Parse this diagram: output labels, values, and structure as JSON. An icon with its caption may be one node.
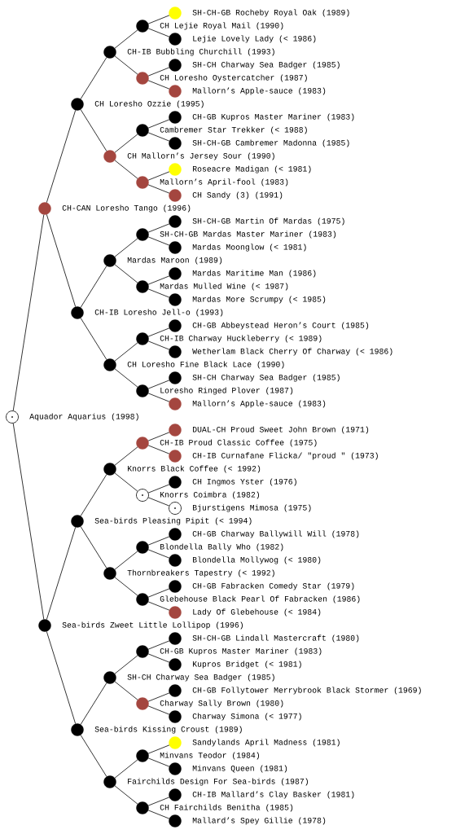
{
  "diagram": {
    "nodes": [
      {
        "text": [
          "SH-CH-GB Rocheby Royal Oak (1989)"
        ]
      },
      {
        "text": [
          "CH Lejie Royal Mail (1990)"
        ]
      },
      {
        "text": [
          "Lejie Lovely Lady (< 1986)"
        ]
      },
      {
        "text": [
          "CH-IB Bubbling Churchill (1993)"
        ]
      },
      {
        "text": [
          "SH-CH Charway Sea Badger (1985)"
        ]
      },
      {
        "text": [
          "CH Loresho Oystercatcher (1987)"
        ]
      },
      {
        "text": [
          "Mallorn’s Apple-sauce (1983)"
        ]
      },
      {
        "text": [
          "CH Loresho Ozzie (1995)"
        ]
      },
      {
        "text": [
          "CH-GB Kupros Master Mariner (1983)"
        ]
      },
      {
        "text": [
          "Cambremer Star Trekker (< 1988)"
        ]
      },
      {
        "text": [
          "SH-CH-GB Cambremer Madonna (1985)"
        ]
      },
      {
        "text": [
          "CH Mallorn’s Jersey Sour (1990)"
        ]
      },
      {
        "text": [
          "Roseacre Madigan (< 1981)"
        ]
      },
      {
        "text": [
          "Mallorn’s April-fool (1983)"
        ]
      },
      {
        "text": [
          "CH Sandy (3) (1991)"
        ]
      },
      {
        "text": [
          "CH-CAN Loresho Tango (1996)"
        ]
      },
      {
        "text": [
          "SH-CH-GB Martin Of Mardas (1975)"
        ]
      },
      {
        "text": [
          "SH-CH-GB Mardas Master Mariner (1983)"
        ]
      },
      {
        "text": [
          "Mardas Moonglow (< 1981)"
        ]
      },
      {
        "text": [
          "Mardas Maroon (1989)"
        ]
      },
      {
        "text": [
          "Mardas Maritime Man (1986)"
        ]
      },
      {
        "text": [
          "Mardas Mulled Wine (< 1987)"
        ]
      },
      {
        "text": [
          "Mardas More Scrumpy (< 1985)"
        ]
      },
      {
        "text": [
          "CH-IB Loresho Jell-o (1993)"
        ]
      },
      {
        "text": [
          "CH-GB Abbeystead Heron’s Court (1985)"
        ]
      },
      {
        "text": [
          "CH-IB Charway Huckleberry (< 1989)"
        ]
      },
      {
        "text": [
          "Wetherlam Black Cherry Of Charway (< 1986)"
        ]
      },
      {
        "text": [
          "CH Loresho Fine Black Lace (1990)"
        ]
      },
      {
        "text": [
          "SH-CH Charway Sea Badger (1985)"
        ]
      },
      {
        "text": [
          "Loresho Ringed Plover (1987)"
        ]
      },
      {
        "text": [
          "Mallorn’s Apple-sauce (1983)"
        ]
      },
      {
        "text": [
          "Aquador Aquarius (1998)"
        ]
      },
      {
        "text": [
          "DUAL-CH Proud  Sweet John Brown (1971)"
        ]
      },
      {
        "text": [
          "CH-IB Proud  Classic Coffee (1975)"
        ]
      },
      {
        "text": [
          "CH-IB Curnafane Flicka/ \"proud  \" (1973)"
        ]
      },
      {
        "text": [
          "Knorrs Black Coffee (< 1992)"
        ]
      },
      {
        "text": [
          "CH Ingmos Yster (1976)"
        ]
      },
      {
        "text": [
          "Knorrs Coimbra (1982)"
        ]
      },
      {
        "text": [
          "Bjurstigens Mimosa (1975)"
        ]
      },
      {
        "text": [
          "Sea-birds Pleasing Pipit (< 1994)"
        ]
      },
      {
        "text": [
          "CH-GB Charway Ballywill Will (1978)"
        ]
      },
      {
        "text": [
          "Blondella Bally Who (1982)"
        ]
      },
      {
        "text": [
          "Blondella Mollywog (< 1980)"
        ]
      },
      {
        "text": [
          "Thornbreakers Tapestry (< 1992)"
        ]
      },
      {
        "text": [
          "CH-GB Fabracken Comedy Star (1979)"
        ]
      },
      {
        "text": [
          "Glebehouse Black Pearl Of Fabracken (1986)"
        ]
      },
      {
        "text": [
          "Lady Of Glebehouse (< 1984)"
        ]
      },
      {
        "text": [
          "Sea-birds Zweet Little Lollipop (1996)"
        ]
      },
      {
        "text": [
          "SH-CH-GB Lindall Mastercraft (1980)"
        ]
      },
      {
        "text": [
          "CH-GB Kupros Master Mariner (1983)"
        ]
      },
      {
        "text": [
          "Kupros Bridget (< 1981)"
        ]
      },
      {
        "text": [
          "SH-CH Charway Sea Badger (1985)"
        ]
      },
      {
        "text": [
          "CH-GB Follytower Merrybrook Black Stormer (1969)"
        ]
      },
      {
        "text": [
          "Charway Sally Brown (1980)"
        ]
      },
      {
        "text": [
          "Charway Simona (< 1977)"
        ]
      },
      {
        "text": [
          "Sea-birds Kissing Croust (1989)"
        ]
      },
      {
        "text": [
          "Sandylands April Madness (1981)"
        ]
      },
      {
        "text": [
          "Minvans Teodor (1984)"
        ]
      },
      {
        "text": [
          "Minvans Queen (1981)"
        ]
      },
      {
        "text": [
          "Fairchilds Design For Sea-birds (1987)"
        ]
      },
      {
        "text": [
          "CH-IB Mallard’s Clay Basker (1981)"
        ]
      },
      {
        "text": [
          "CH Fairchilds Benitha (1985)"
        ]
      },
      {
        "text": [
          "Mallard’s Spey Gillie (1978)"
        ]
      }
    ],
    "edges": [
      {
        "from": 1,
        "to": 0,
        "arrow": "none"
      },
      {
        "from": 1,
        "to": 2,
        "arrow": "none"
      },
      {
        "from": 3,
        "to": 1,
        "arrow": "none"
      },
      {
        "from": 3,
        "to": 5,
        "arrow": "none"
      },
      {
        "from": 5,
        "to": 4,
        "arrow": "none"
      },
      {
        "from": 5,
        "to": 6,
        "arrow": "none"
      },
      {
        "from": 7,
        "to": 3,
        "arrow": "none"
      },
      {
        "from": 7,
        "to": 11,
        "arrow": "none"
      },
      {
        "from": 9,
        "to": 8,
        "arrow": "none"
      },
      {
        "from": 9,
        "to": 10,
        "arrow": "none"
      },
      {
        "from": 11,
        "to": 9,
        "arrow": "none"
      },
      {
        "from": 11,
        "to": 13,
        "arrow": "none"
      },
      {
        "from": 13,
        "to": 12,
        "arrow": "none"
      },
      {
        "from": 13,
        "to": 14,
        "arrow": "none"
      },
      {
        "from": 15,
        "to": 7,
        "arrow": "none"
      },
      {
        "from": 15,
        "to": 23,
        "arrow": "none"
      },
      {
        "from": 17,
        "to": 16,
        "arrow": "none"
      },
      {
        "from": 17,
        "to": 18,
        "arrow": "none"
      },
      {
        "from": 19,
        "to": 17,
        "arrow": "none"
      },
      {
        "from": 19,
        "to": 21,
        "arrow": "none"
      },
      {
        "from": 21,
        "to": 20,
        "arrow": "none"
      },
      {
        "from": 21,
        "to": 22,
        "arrow": "none"
      },
      {
        "from": 23,
        "to": 19,
        "arrow": "none"
      },
      {
        "from": 23,
        "to": 27,
        "arrow": "none"
      },
      {
        "from": 25,
        "to": 24,
        "arrow": "none"
      },
      {
        "from": 25,
        "to": 26,
        "arrow": "none"
      },
      {
        "from": 27,
        "to": 25,
        "arrow": "none"
      },
      {
        "from": 27,
        "to": 29,
        "arrow": "none"
      },
      {
        "from": 29,
        "to": 28,
        "arrow": "none"
      },
      {
        "from": 29,
        "to": 30,
        "arrow": "none"
      },
      {
        "from": 31,
        "to": 15,
        "arrow": "none"
      },
      {
        "from": 31,
        "to": 47,
        "arrow": "none"
      },
      {
        "from": 33,
        "to": 32,
        "arrow": "none"
      },
      {
        "from": 33,
        "to": 34,
        "arrow": "none"
      },
      {
        "from": 35,
        "to": 33,
        "arrow": "none"
      },
      {
        "from": 35,
        "to": 37,
        "arrow": "none"
      },
      {
        "from": 37,
        "to": 36,
        "arrow": "none"
      },
      {
        "from": 37,
        "to": 38,
        "arrow": "none"
      },
      {
        "from": 39,
        "to": 35,
        "arrow": "none"
      },
      {
        "from": 39,
        "to": 43,
        "arrow": "none"
      },
      {
        "from": 41,
        "to": 40,
        "arrow": "none"
      },
      {
        "from": 41,
        "to": 42,
        "arrow": "none"
      },
      {
        "from": 43,
        "to": 41,
        "arrow": "none"
      },
      {
        "from": 43,
        "to": 45,
        "arrow": "none"
      },
      {
        "from": 45,
        "to": 44,
        "arrow": "none"
      },
      {
        "from": 45,
        "to": 46,
        "arrow": "none"
      },
      {
        "from": 47,
        "to": 39,
        "arrow": "none"
      },
      {
        "from": 47,
        "to": 55,
        "arrow": "none"
      },
      {
        "from": 49,
        "to": 48,
        "arrow": "none"
      },
      {
        "from": 49,
        "to": 50,
        "arrow": "none"
      },
      {
        "from": 51,
        "to": 49,
        "arrow": "none"
      },
      {
        "from": 51,
        "to": 53,
        "arrow": "none"
      },
      {
        "from": 53,
        "to": 52,
        "arrow": "none"
      },
      {
        "from": 53,
        "to": 54,
        "arrow": "none"
      },
      {
        "from": 55,
        "to": 51,
        "arrow": "none"
      },
      {
        "from": 55,
        "to": 59,
        "arrow": "none"
      },
      {
        "from": 57,
        "to": 56,
        "arrow": "none"
      },
      {
        "from": 57,
        "to": 58,
        "arrow": "none"
      },
      {
        "from": 59,
        "to": 57,
        "arrow": "none"
      },
      {
        "from": 59,
        "to": 61,
        "arrow": "none"
      },
      {
        "from": 61,
        "to": 60,
        "arrow": "none"
      },
      {
        "from": 61,
        "to": 62,
        "arrow": "none"
      }
    ]
  }
}
